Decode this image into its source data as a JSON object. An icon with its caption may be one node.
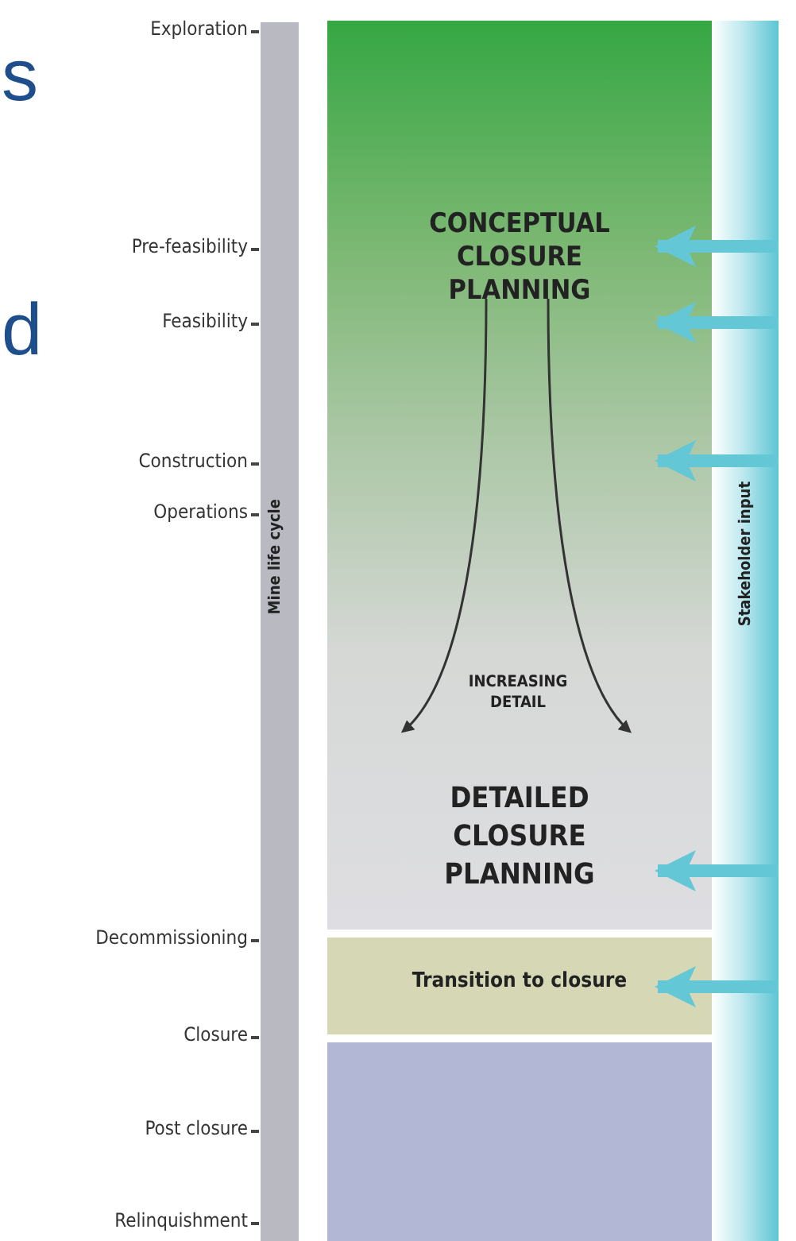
{
  "diagram": {
    "nodes": [
      {
        "text": [
          "Mine life cycle"
        ]
      },
      {
        "text": [
          "CONCEPTUAL CLOSURE PLANNING",
          "INCREASING DETAIL",
          "DETAILED CLOSURE PLANNING"
        ]
      },
      {
        "text": [
          "Transition to closure"
        ]
      },
      {
        "text": [],
        "shape": "box"
      },
      {
        "text": [
          "Stakeholder input"
        ]
      }
    ],
    "edges": [
      {
        "from": 4,
        "to": 1,
        "arrow": "to"
      },
      {
        "from": 4,
        "to": 1,
        "arrow": "to"
      },
      {
        "from": 4,
        "to": 1,
        "arrow": "to"
      },
      {
        "from": 4,
        "to": 1,
        "arrow": "to"
      },
      {
        "from": 4,
        "to": 2,
        "arrow": "to"
      }
    ],
    "labels": [
      "s",
      "d",
      "Exploration",
      "Pre-feasibility",
      "Feasibility",
      "Construction",
      "Operations",
      "Decommissioning",
      "Closure",
      "Post closure",
      "Relinquishment"
    ]
  }
}
